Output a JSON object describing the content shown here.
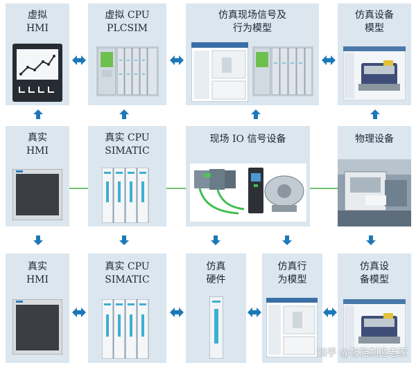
{
  "row1": [
    {
      "label": "虚拟\nHMI"
    },
    {
      "label": "虚拟 CPU\nPLCSIM"
    },
    {
      "label": "仿真现场信号及\n行为模型"
    },
    {
      "label": "仿真设备\n模型"
    }
  ],
  "row2": [
    {
      "label": "真实\nHMI"
    },
    {
      "label": "真实 CPU\nSIMATIC"
    },
    {
      "label": "现场 IO 信号设备"
    },
    {
      "label": "物理设备"
    }
  ],
  "row3": [
    {
      "label": "真实\nHMI"
    },
    {
      "label": "真实 CPU\nSIMATIC"
    },
    {
      "label": "仿真\n硬件"
    },
    {
      "label": "仿真行\n为模型"
    },
    {
      "label": "仿真设\n备模型"
    }
  ],
  "watermark": "知乎 @智能制造老家",
  "colors": {
    "box": "#dbe6ef",
    "arrow": "#1d78b8",
    "link": "#6ac26b"
  }
}
